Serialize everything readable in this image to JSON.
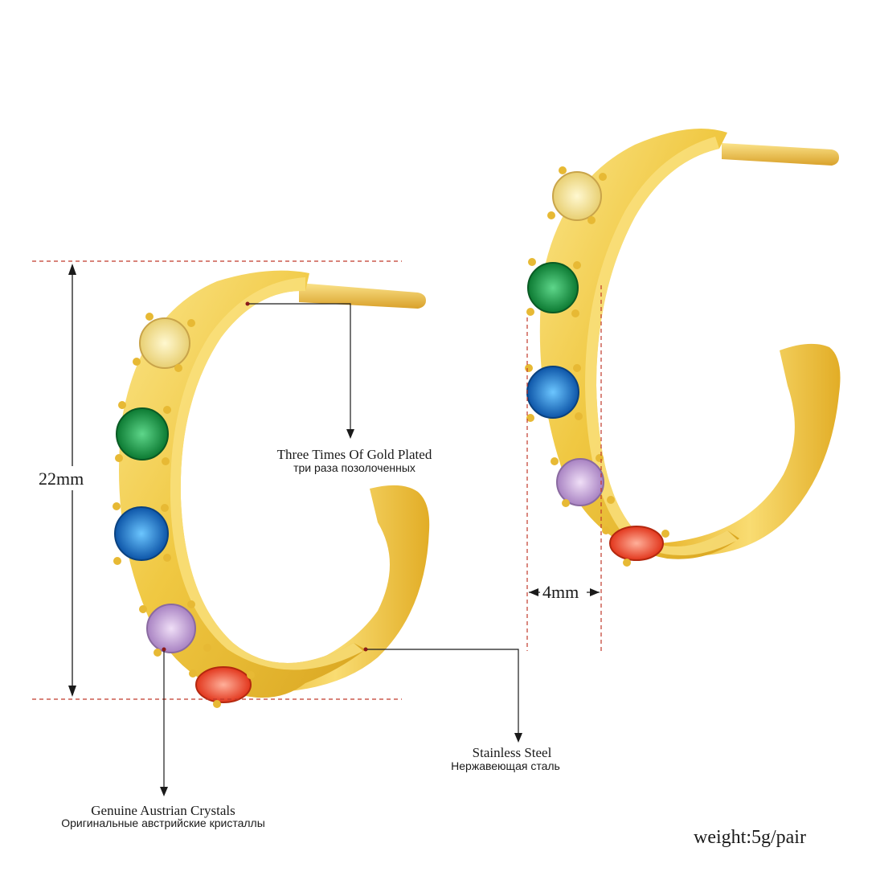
{
  "dimensions": {
    "height_label": "22mm",
    "width_label": "4mm"
  },
  "callouts": {
    "gold_plated": {
      "en": "Three Times Of Gold Plated",
      "ru": "три раза позолоченных"
    },
    "stainless_steel": {
      "en": "Stainless Steel",
      "ru": "Нержавеющая сталь"
    },
    "crystals": {
      "en": "Genuine Austrian Crystals",
      "ru": "Оригинальные австрийские кристаллы"
    }
  },
  "weight": "weight:5g/pair",
  "colors": {
    "gold_light": "#f7dc6f",
    "gold_mid": "#e9be3a",
    "gold_dark": "#b8860b",
    "guide_red": "#c0392b",
    "stone_yellow": "#f5e49a",
    "stone_green": "#1e9a46",
    "stone_blue": "#1e7fd6",
    "stone_lilac": "#c9a7d9",
    "stone_red": "#f0553a"
  }
}
